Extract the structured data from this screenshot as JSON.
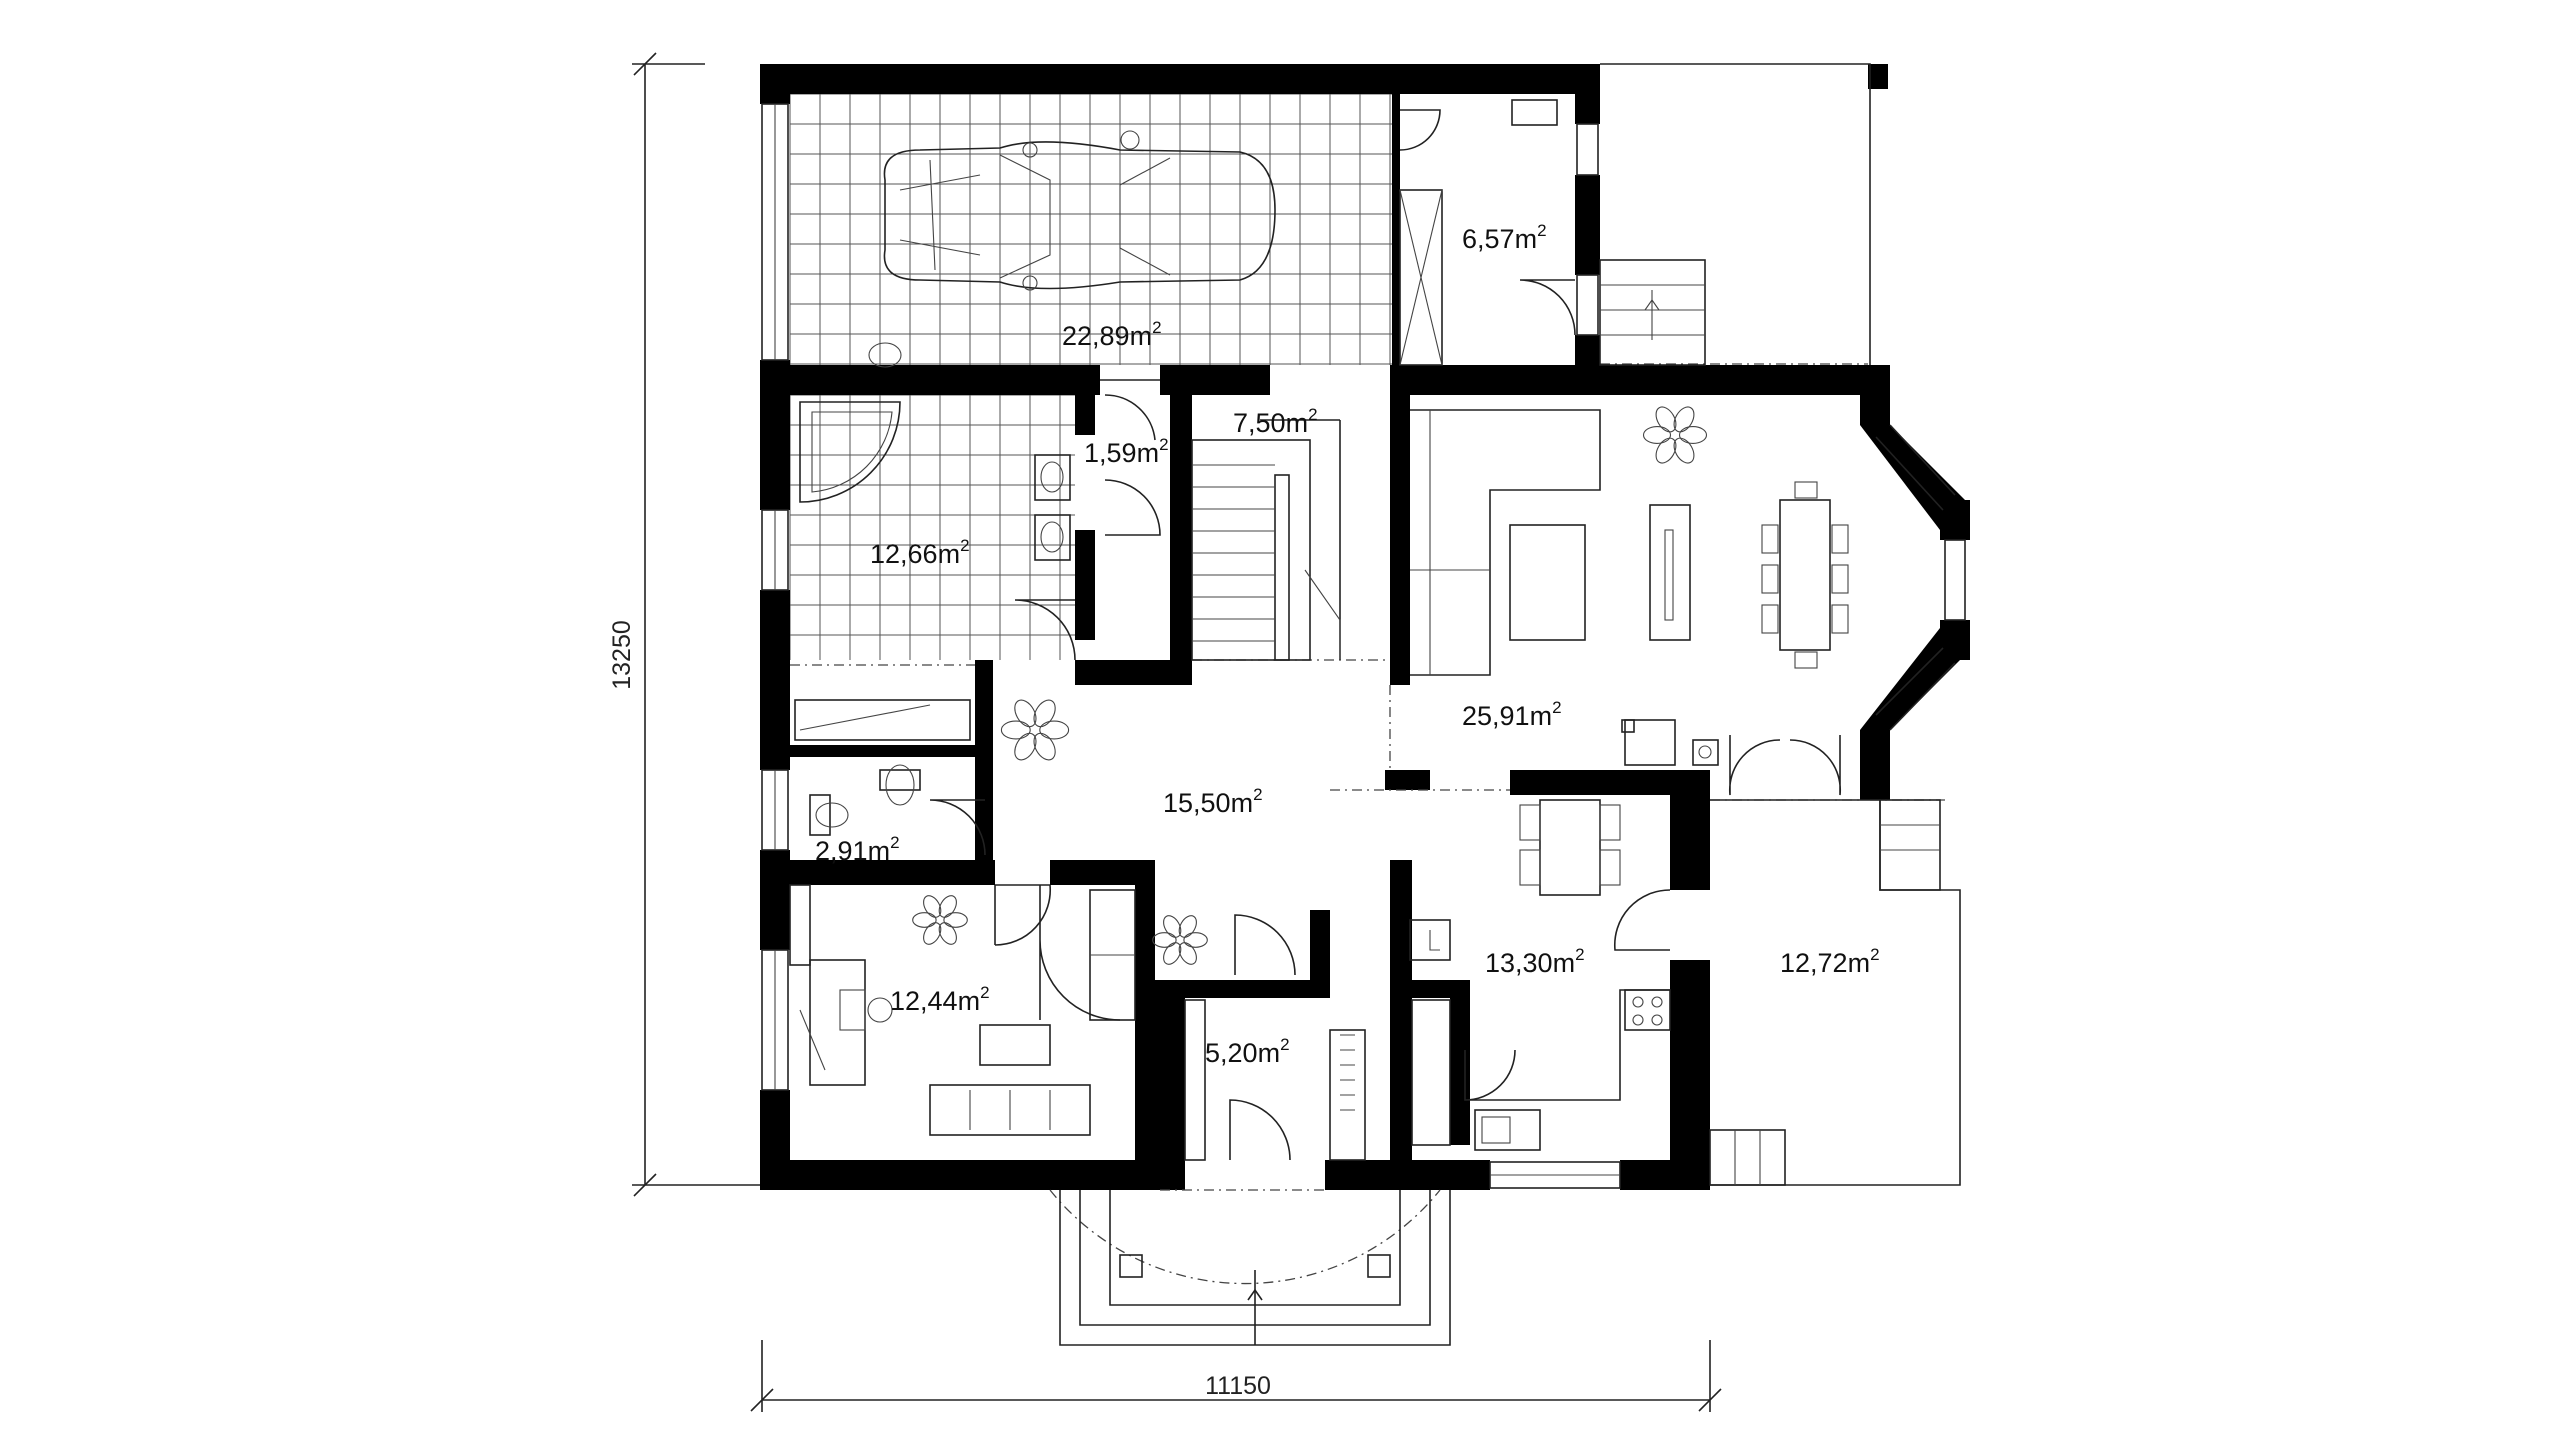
{
  "dimensions": {
    "height_label": "13250",
    "width_label": "11150"
  },
  "rooms": [
    {
      "id": "garage",
      "area": "22,89",
      "unit": "m",
      "exp": "2"
    },
    {
      "id": "utility",
      "area": "6,57",
      "unit": "m",
      "exp": "2"
    },
    {
      "id": "wc-small",
      "area": "1,59",
      "unit": "m",
      "exp": "2"
    },
    {
      "id": "stair",
      "area": "7,50",
      "unit": "m",
      "exp": "2"
    },
    {
      "id": "bathroom",
      "area": "12,66",
      "unit": "m",
      "exp": "2"
    },
    {
      "id": "living",
      "area": "25,91",
      "unit": "m",
      "exp": "2"
    },
    {
      "id": "hall",
      "area": "15,50",
      "unit": "m",
      "exp": "2"
    },
    {
      "id": "wc",
      "area": "2,91",
      "unit": "m",
      "exp": "2"
    },
    {
      "id": "office",
      "area": "12,44",
      "unit": "m",
      "exp": "2"
    },
    {
      "id": "kitchen",
      "area": "13,30",
      "unit": "m",
      "exp": "2"
    },
    {
      "id": "terrace",
      "area": "12,72",
      "unit": "m",
      "exp": "2"
    },
    {
      "id": "vestibule",
      "area": "5,20",
      "unit": "m",
      "exp": "2"
    }
  ],
  "colors": {
    "wall": "#000000",
    "line": "#222222",
    "background": "#ffffff"
  }
}
